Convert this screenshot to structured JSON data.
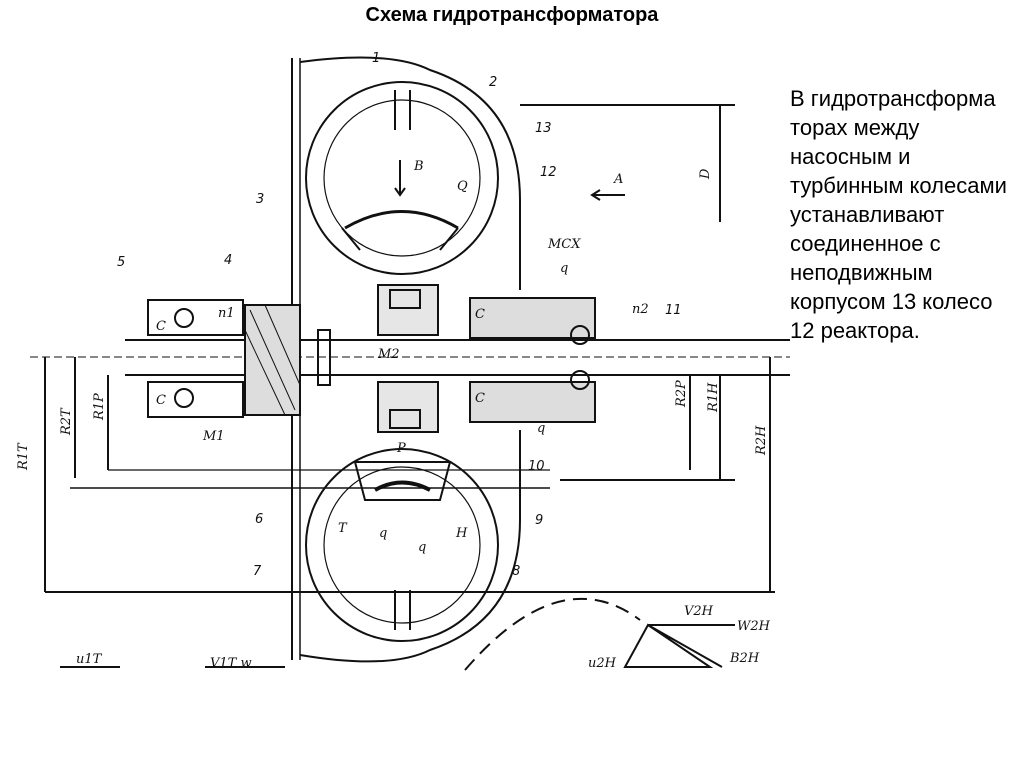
{
  "title": "Схема гидротрансформатора",
  "description": "В гидротрансформа торах между насосным и турбинным колесами устанавливают соединенное с неподвижным корпусом 13 колесо 12 реактора.",
  "labels": {
    "n1": "1",
    "n2": "2",
    "n3": "3",
    "n4": "4",
    "n5": "5",
    "n6": "6",
    "n7": "7",
    "n8": "8",
    "n9": "9",
    "n10": "10",
    "n11": "11",
    "n12": "12",
    "n13": "13",
    "B": "B",
    "Q": "Q",
    "A": "A",
    "D": "D",
    "MCX": "МСХ",
    "q": "q",
    "P": "P",
    "T": "T",
    "H": "H",
    "n_1": "n1",
    "n_2": "n2",
    "M1": "M1",
    "M2": "M2",
    "R2T": "R2T",
    "R1P": "R1P",
    "R1T": "R1T",
    "R2P": "R2P",
    "R1H": "R1H",
    "R2H": "R2H",
    "C": "C",
    "V2H": "V2H",
    "W2H": "W2H",
    "B2H": "B2H",
    "U1T": "u1T",
    "U2H": "u2H",
    "V1T": "V1T w"
  }
}
